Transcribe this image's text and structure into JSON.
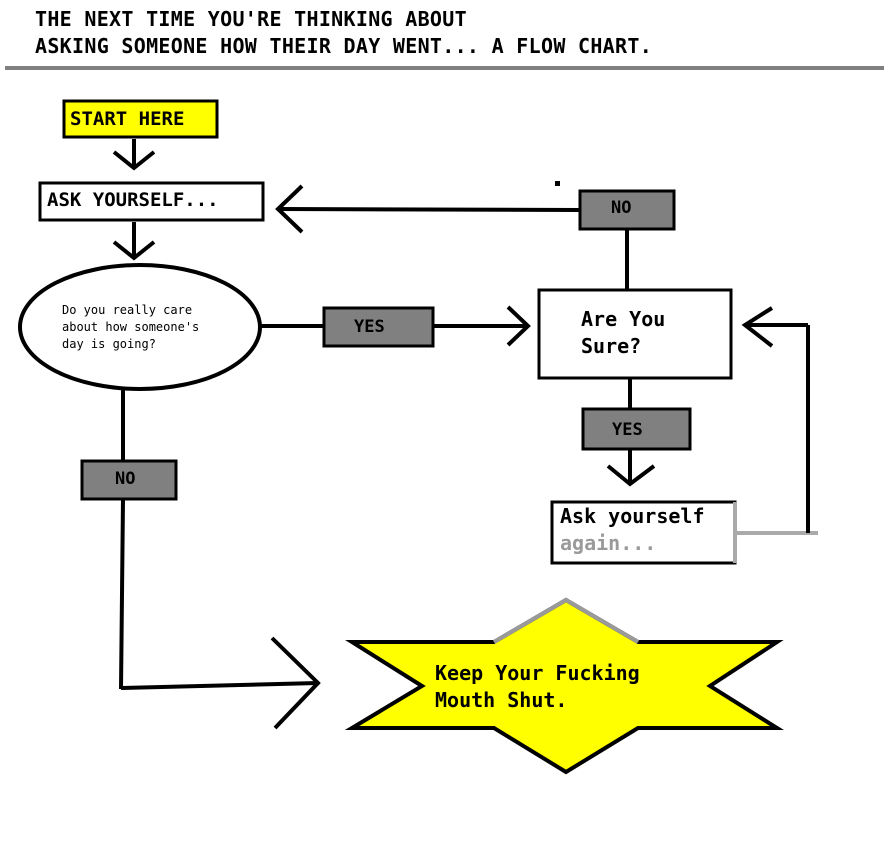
{
  "header": {
    "title_line1": "THE NEXT TIME YOU'RE THINKING ABOUT",
    "title_line2": "ASKING SOMEONE HOW THEIR DAY WENT... A FLOW CHART."
  },
  "nodes": {
    "start": "START HERE",
    "ask": "ASK YOURSELF...",
    "question_l1": "Do you really care",
    "question_l2": "about how someone's",
    "question_l3": "day is going?",
    "yes_left": "YES",
    "no_left": "NO",
    "sure_l1": "Are You",
    "sure_l2": "Sure?",
    "no_right": "NO",
    "yes_right": "YES",
    "again_l1": "Ask yourself",
    "again_l2": "again...",
    "result_l1": "Keep Your Fucking",
    "result_l2": "Mouth Shut."
  },
  "colors": {
    "start_fill": "#ffff00",
    "label_fill": "#808080",
    "star_fill": "#ffff00",
    "stroke": "#000000",
    "faded_text": "#9a9a9a"
  }
}
